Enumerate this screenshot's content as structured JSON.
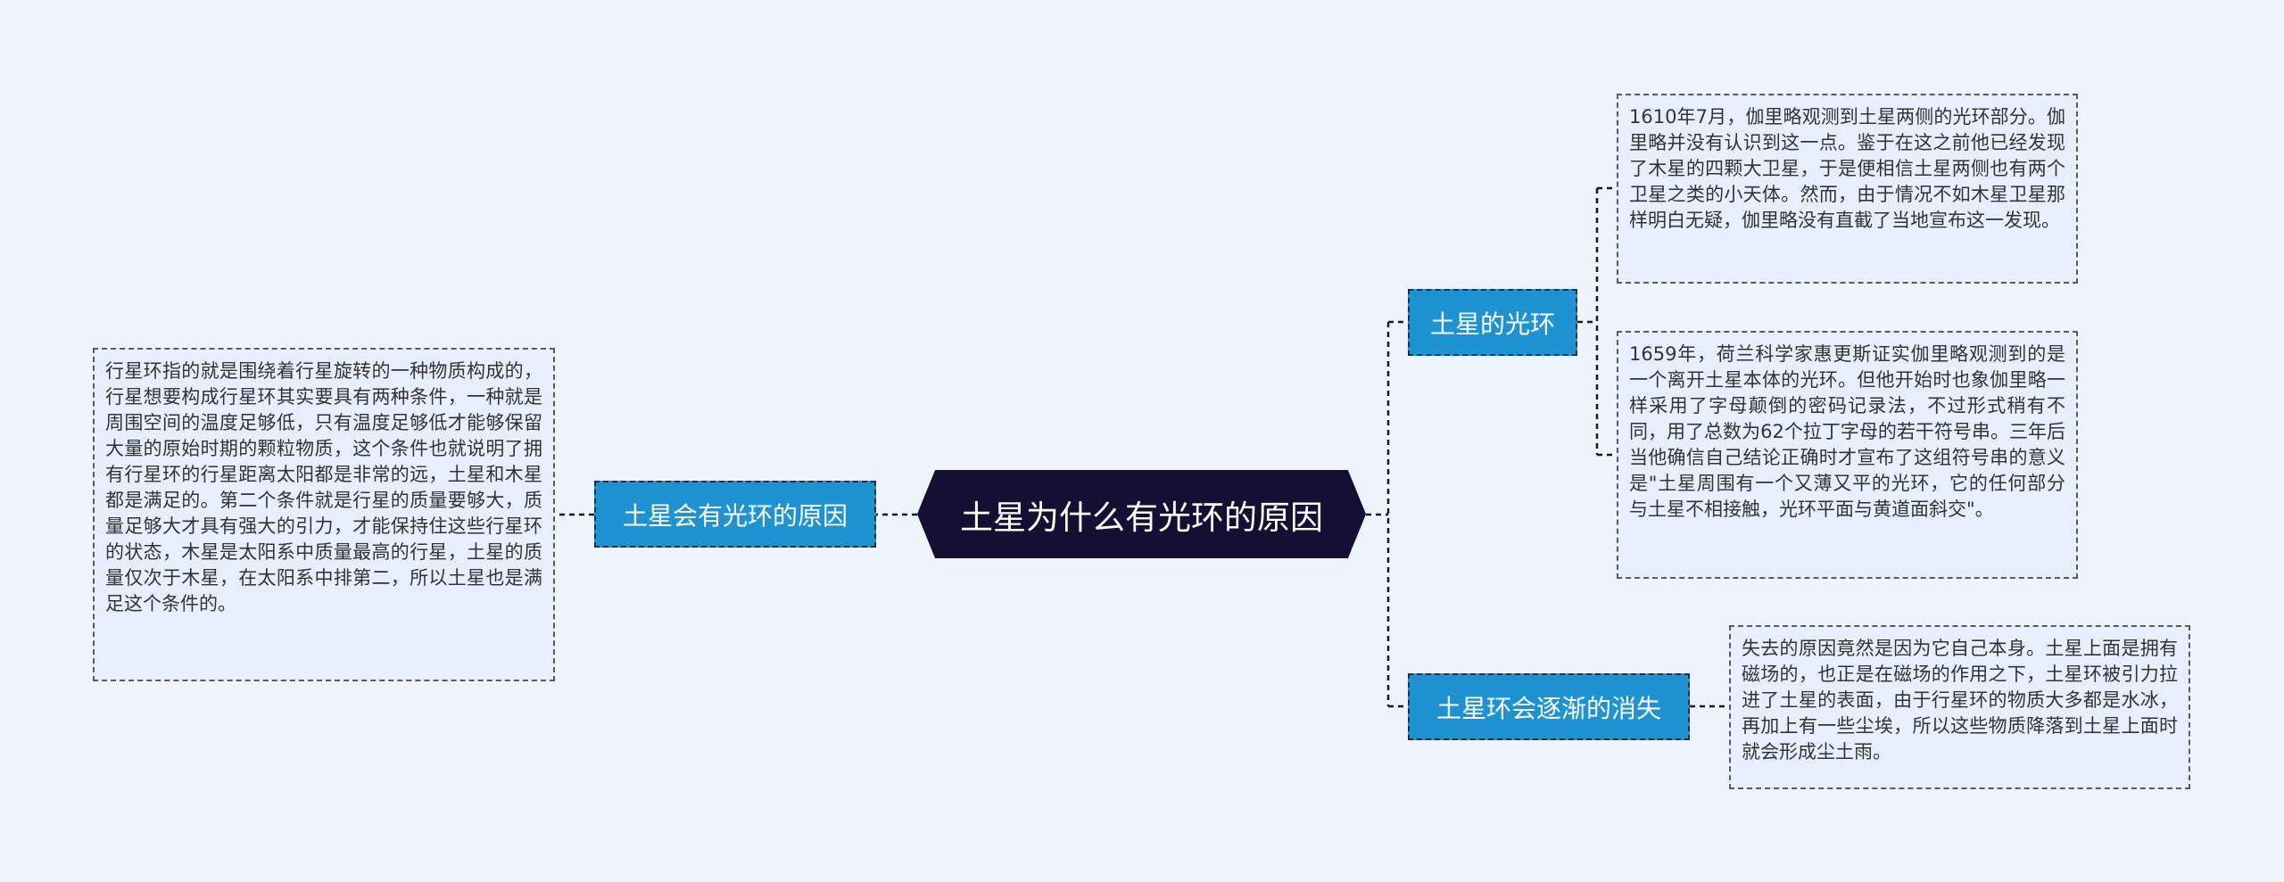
{
  "center": {
    "title": "土星为什么有光环的原因"
  },
  "left_branch": {
    "label": "土星会有光环的原因",
    "note": "行星环指的就是围绕着行星旋转的一种物质构成的，行星想要构成行星环其实要具有两种条件，一种就是周围空间的温度足够低，只有温度足够低才能够保留大量的原始时期的颗粒物质，这个条件也就说明了拥有行星环的行星距离太阳都是非常的远，土星和木星都是满足的。第二个条件就是行星的质量要够大，质量足够大才具有强大的引力，才能保持住这些行星环的状态，木星是太阳系中质量最高的行星，土星的质量仅次于木星，在太阳系中排第二，所以土星也是满足这个条件的。"
  },
  "right_branches": [
    {
      "label": "土星的光环",
      "notes": [
        "1610年7月，伽里略观测到土星两侧的光环部分。伽里略并没有认识到这一点。鉴于在这之前他已经发现了木星的四颗大卫星，于是便相信土星两侧也有两个卫星之类的小天体。然而，由于情况不如木星卫星那样明白无疑，伽里略没有直截了当地宣布这一发现。",
        "1659年，荷兰科学家惠更斯证实伽里略观测到的是一个离开土星本体的光环。但他开始时也象伽里略一样采用了字母颠倒的密码记录法，不过形式稍有不同，用了总数为62个拉丁字母的若干符号串。三年后当他确信自己结论正确时才宣布了这组符号串的意义是\"土星周围有一个又薄又平的光环，它的任何部分与土星不相接触，光环平面与黄道面斜交\"。"
      ]
    },
    {
      "label": "土星环会逐渐的消失",
      "notes": [
        "失去的原因竟然是因为它自己本身。土星上面是拥有磁场的，也正是在磁场的作用之下，土星环被引力拉进了土星的表面，由于行星环的物质大多都是水冰，再加上有一些尘埃，所以这些物质降落到土星上面时就会形成尘土雨。"
      ]
    }
  ],
  "colors": {
    "background": "#eef3fd",
    "center_fill": "#150f33",
    "topic_fill": "#1f93d2",
    "note_fill": "#e7eefd",
    "connector": "#1a1a1a"
  }
}
